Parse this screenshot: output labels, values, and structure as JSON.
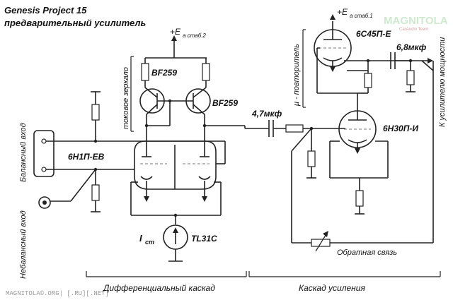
{
  "title": {
    "line1": "Genesis Project 15",
    "line2": "предварительный усилитель"
  },
  "watermark_top": {
    "brand": "MAGNITOLA",
    "sub": "CarAudio Team"
  },
  "labels": {
    "supply2_e": "+E",
    "supply2_sub": "a стаб.2",
    "supply1_e": "+E",
    "supply1_sub": "a стаб.1",
    "current_mirror": "токовое зеркало",
    "transistor_left": "BF259",
    "transistor_right": "BF259",
    "tube_diff": "6Н1П-ЕВ",
    "tube_follower": "6С45П-Е",
    "tube_amp": "6Н30П-И",
    "mu_follower": "μ - повторитель",
    "cap_1": "4,7мкф",
    "cap_2": "6,8мкф",
    "to_power_amp": "К усилителю мощности",
    "balanced_input": "Балансный вход",
    "unbalanced_input": "Небалансный вход",
    "current_source_i": "I",
    "current_source_sub": "ст",
    "current_source_chip": "TL31C",
    "feedback": "Обратная связь",
    "diff_stage": "Дифференциальный каскад",
    "gain_stage": "Каскад усиления",
    "footer": "MAGNITOLA©.ORG| [.RU][.NET]"
  },
  "colors": {
    "brand_watermark": "#cfe9cf",
    "line": "#222222"
  }
}
